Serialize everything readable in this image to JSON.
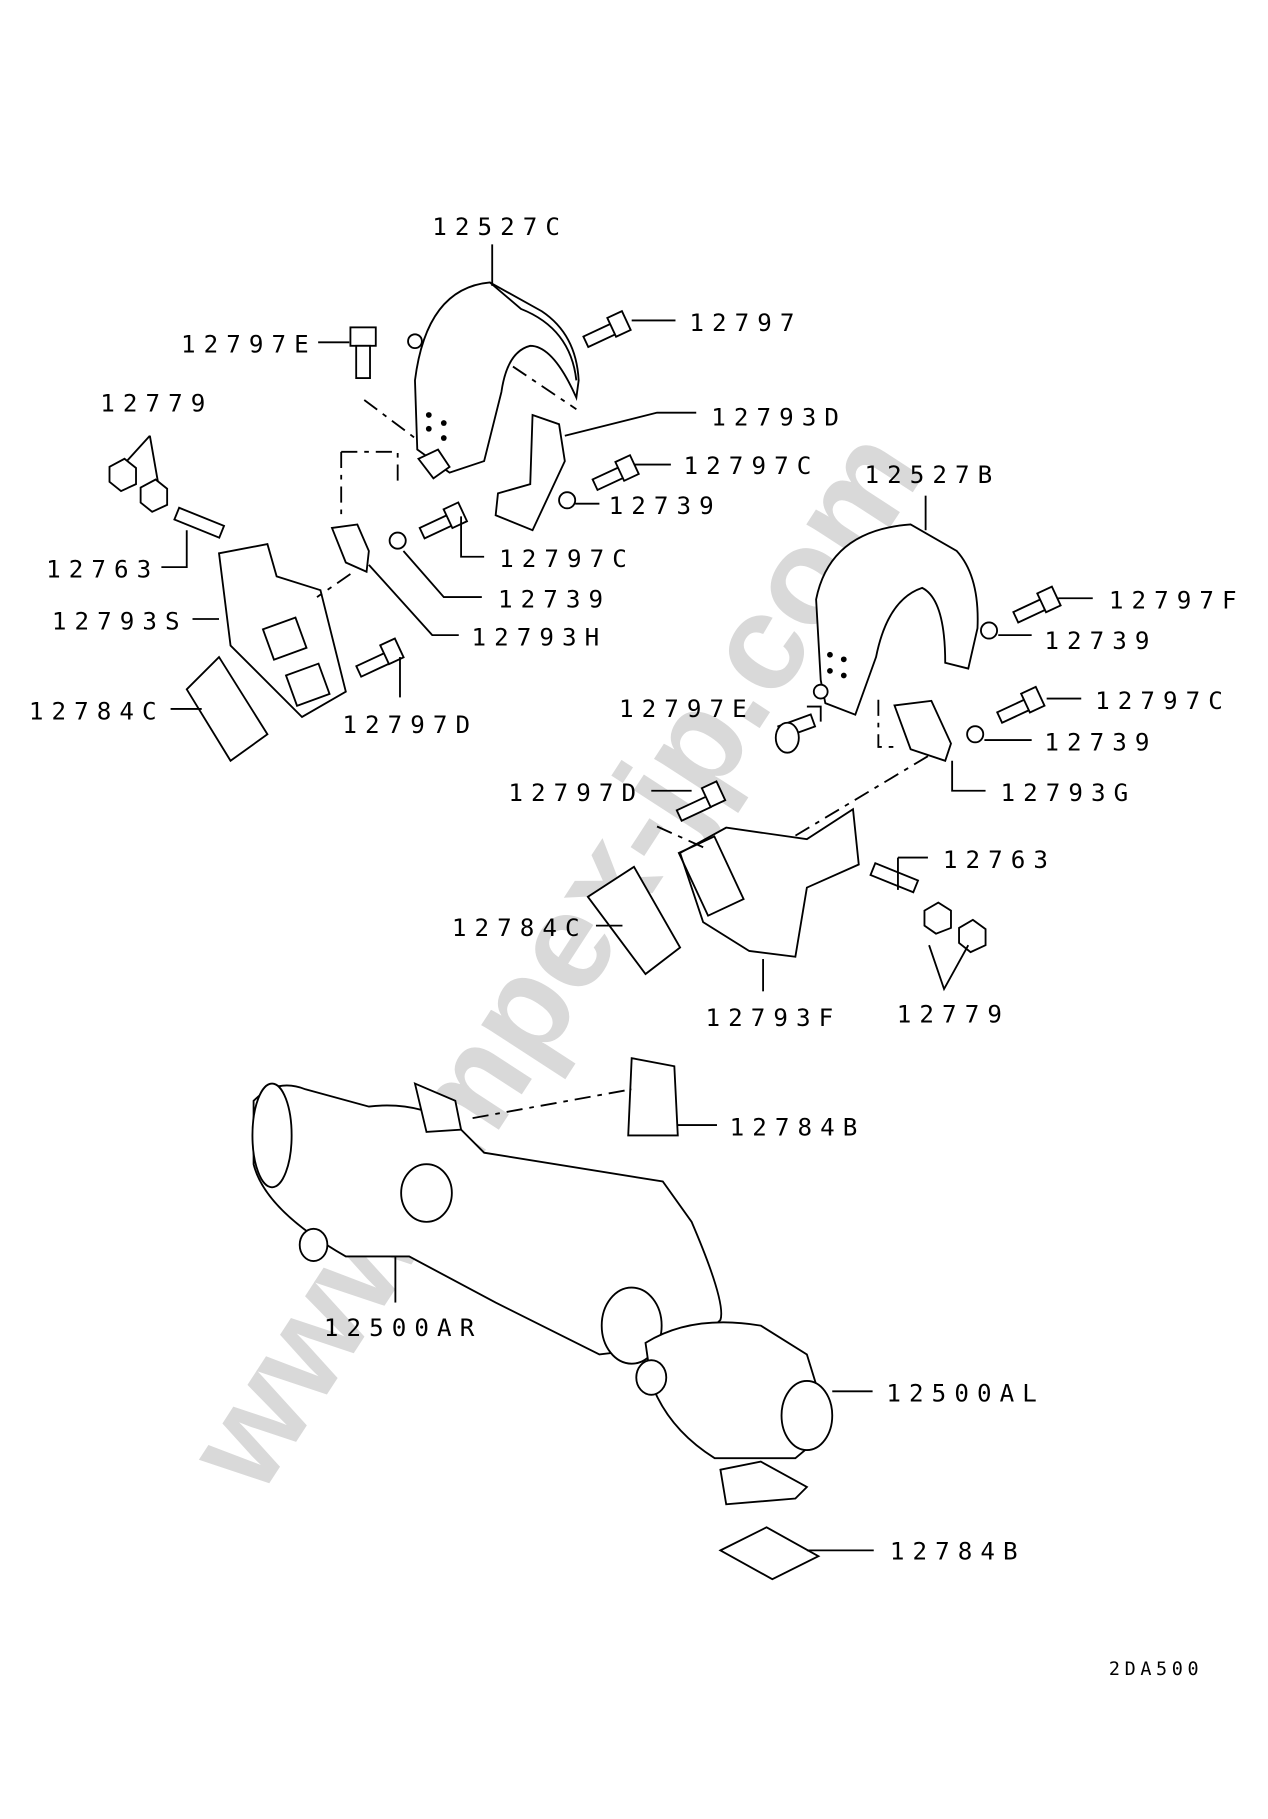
{
  "watermark": "www.impex-jp.com",
  "diagram_code": "2DA500",
  "labels": [
    "12527C",
    "12797",
    "12797E",
    "12779",
    "12793D",
    "12797C",
    "12739",
    "12527B",
    "12763",
    "12797C",
    "12793S",
    "12739",
    "12797F",
    "12793H",
    "12739",
    "12784C",
    "12797D",
    "12797E",
    "12797C",
    "12739",
    "12793G",
    "12797D",
    "12763",
    "12784C",
    "12793F",
    "12779",
    "12784B",
    "12500AR",
    "12500AL",
    "12784B"
  ]
}
